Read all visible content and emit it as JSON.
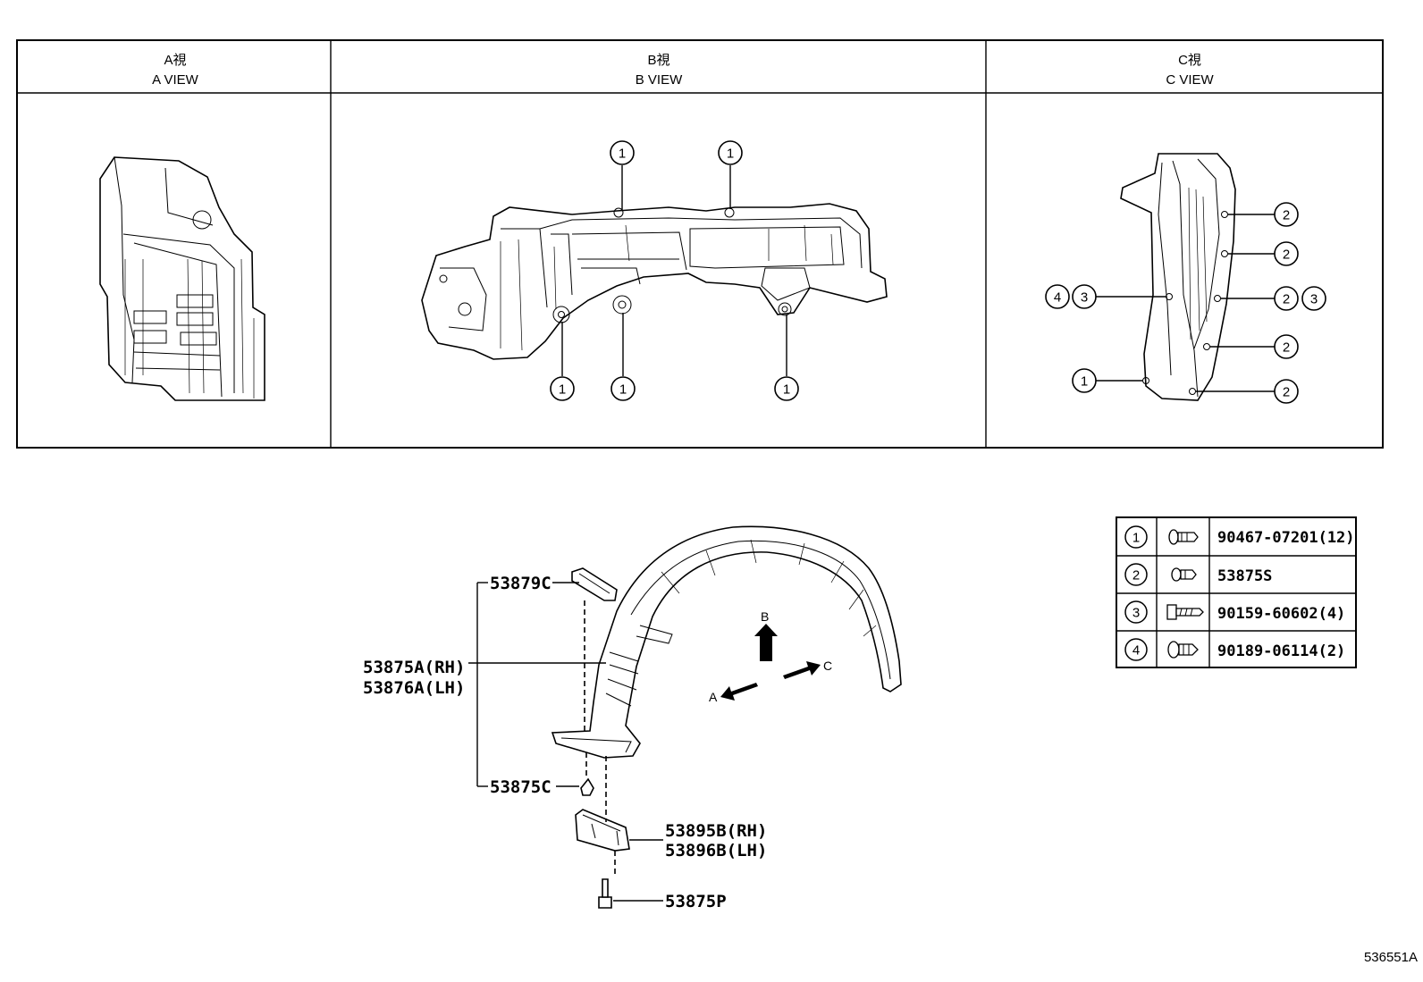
{
  "views": [
    {
      "title_jp": "A視",
      "title_en": "A VIEW"
    },
    {
      "title_jp": "B視",
      "title_en": "B VIEW"
    },
    {
      "title_jp": "C視",
      "title_en": "C VIEW"
    }
  ],
  "callouts": {
    "b_view": [
      "1",
      "1",
      "1",
      "1",
      "1"
    ],
    "c_view_right": [
      "2",
      "2",
      "2",
      "3",
      "2",
      "2"
    ],
    "c_view_left": [
      "4",
      "3",
      "1"
    ]
  },
  "main_diagram": {
    "labels": {
      "bracket": "53879C",
      "liner_rh": "53875A(RH)",
      "liner_lh": "53876A(LH)",
      "clip": "53875C",
      "cover_rh": "53895B(RH)",
      "cover_lh": "53896B(LH)",
      "screw": "53875P"
    },
    "arrows": {
      "a": "A",
      "b": "B",
      "c": "C"
    }
  },
  "legend": [
    {
      "num": "1",
      "icon": "push-clip-icon",
      "part": "90467-07201(12)"
    },
    {
      "num": "2",
      "icon": "clip-icon",
      "part": "53875S"
    },
    {
      "num": "3",
      "icon": "screw-icon",
      "part": "90159-60602(4)"
    },
    {
      "num": "4",
      "icon": "grommet-icon",
      "part": "90189-06114(2)"
    }
  ],
  "drawing_id": "536551A"
}
